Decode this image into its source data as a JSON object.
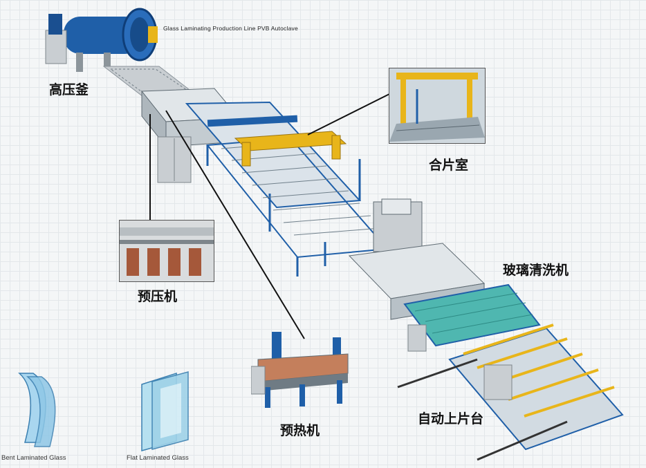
{
  "title": "Glass Laminating Production Line PVB Autoclave",
  "labels": {
    "autoclave": "高压釜",
    "assembly_room": "合片室",
    "glass_washer": "玻璃清洗机",
    "pre_press": "预压机",
    "pre_heater": "预热机",
    "auto_loader": "自动上片台"
  },
  "captions": {
    "bent": "Bent Laminated Glass",
    "flat": "Flat Laminated Glass"
  },
  "colors": {
    "machine_blue": "#1f5fa8",
    "frame_yellow": "#e8b51a",
    "glass_teal": "#4fb7b0",
    "panel_grey": "#c9ced2"
  }
}
